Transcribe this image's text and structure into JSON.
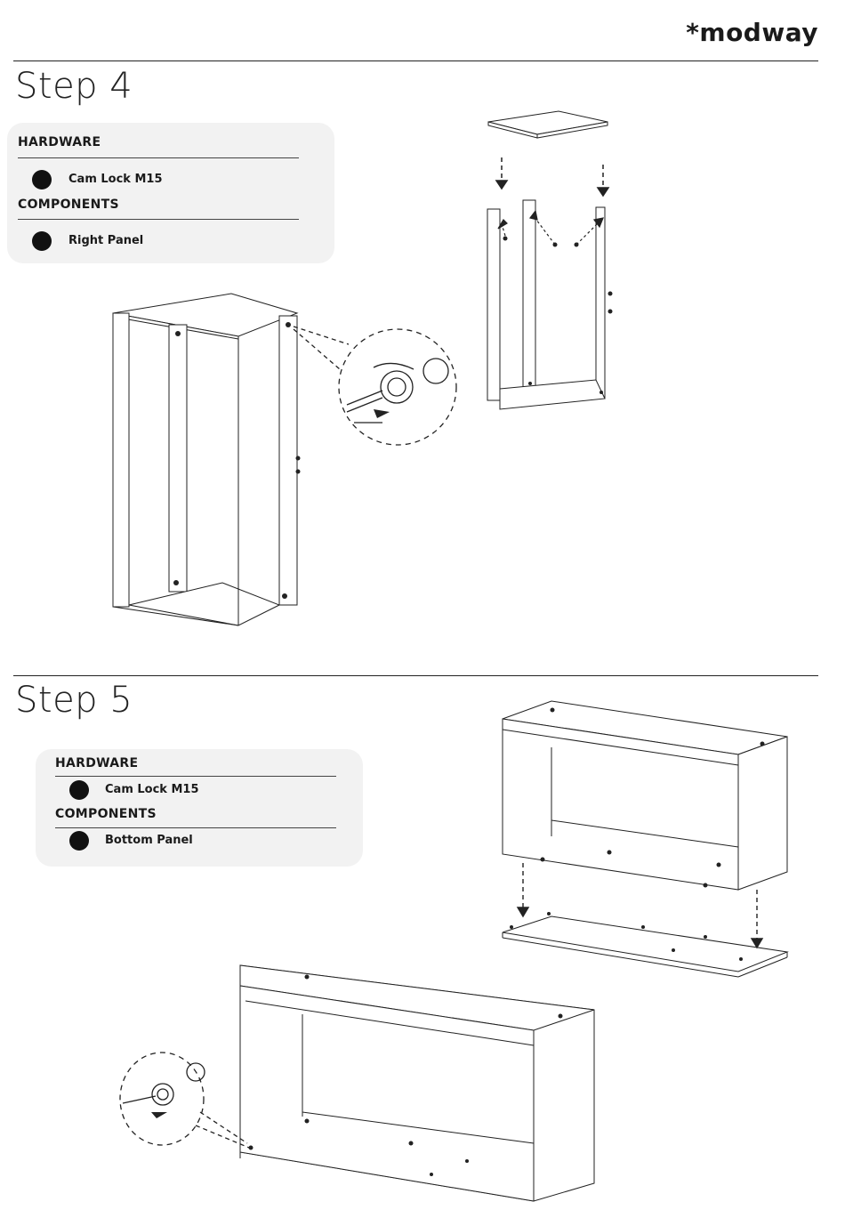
{
  "brand": {
    "logo_text": "*modway"
  },
  "step4": {
    "title": "Step 4",
    "hardware_heading": "HARDWARE",
    "hardware_item": "Cam Lock M15",
    "components_heading": "COMPONENTS",
    "component_item": "Right Panel"
  },
  "step5": {
    "title": "Step 5",
    "hardware_heading": "HARDWARE",
    "hardware_item": "Cam Lock M15",
    "components_heading": "COMPONENTS",
    "component_item": "Bottom Panel"
  },
  "colors": {
    "ink": "#111111",
    "panel_bg": "#f2f2f2",
    "rule": "#222222"
  }
}
